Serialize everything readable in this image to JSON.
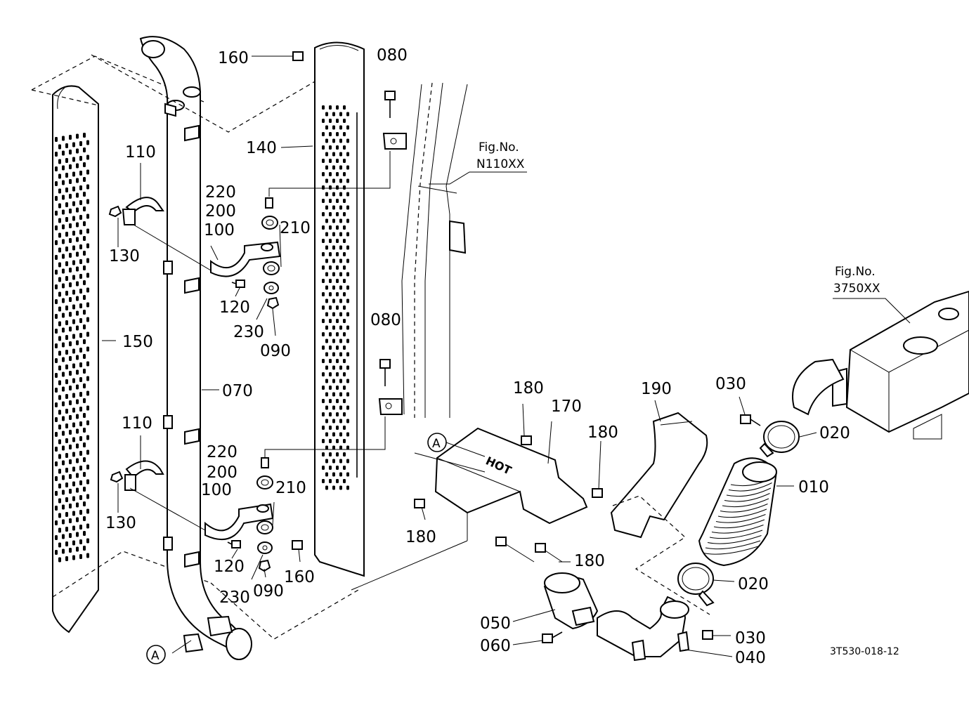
{
  "diagram_code": "3T530-018-12",
  "references": [
    {
      "title": "Fig.No.",
      "number": "N110XX"
    },
    {
      "title": "Fig.No.",
      "number": "3750XX"
    }
  ],
  "view_marker": "A",
  "hot_label": "HOT",
  "part_labels": {
    "p010": "010",
    "p020a": "020",
    "p020b": "020",
    "p030a": "030",
    "p030b": "030",
    "p040": "040",
    "p050": "050",
    "p060": "060",
    "p070": "070",
    "p080a": "080",
    "p080b": "080",
    "p090a": "090",
    "p090b": "090",
    "p100a": "100",
    "p100b": "100",
    "p110a": "110",
    "p110b": "110",
    "p120a": "120",
    "p120b": "120",
    "p130a": "130",
    "p130b": "130",
    "p140": "140",
    "p150": "150",
    "p160a": "160",
    "p160b": "160",
    "p170": "170",
    "p180a": "180",
    "p180b": "180",
    "p180c": "180",
    "p180d": "180",
    "p190": "190",
    "p200a": "200",
    "p200b": "200",
    "p210a": "210",
    "p210b": "210",
    "p220a": "220",
    "p220b": "220",
    "p230a": "230",
    "p230b": "230"
  }
}
